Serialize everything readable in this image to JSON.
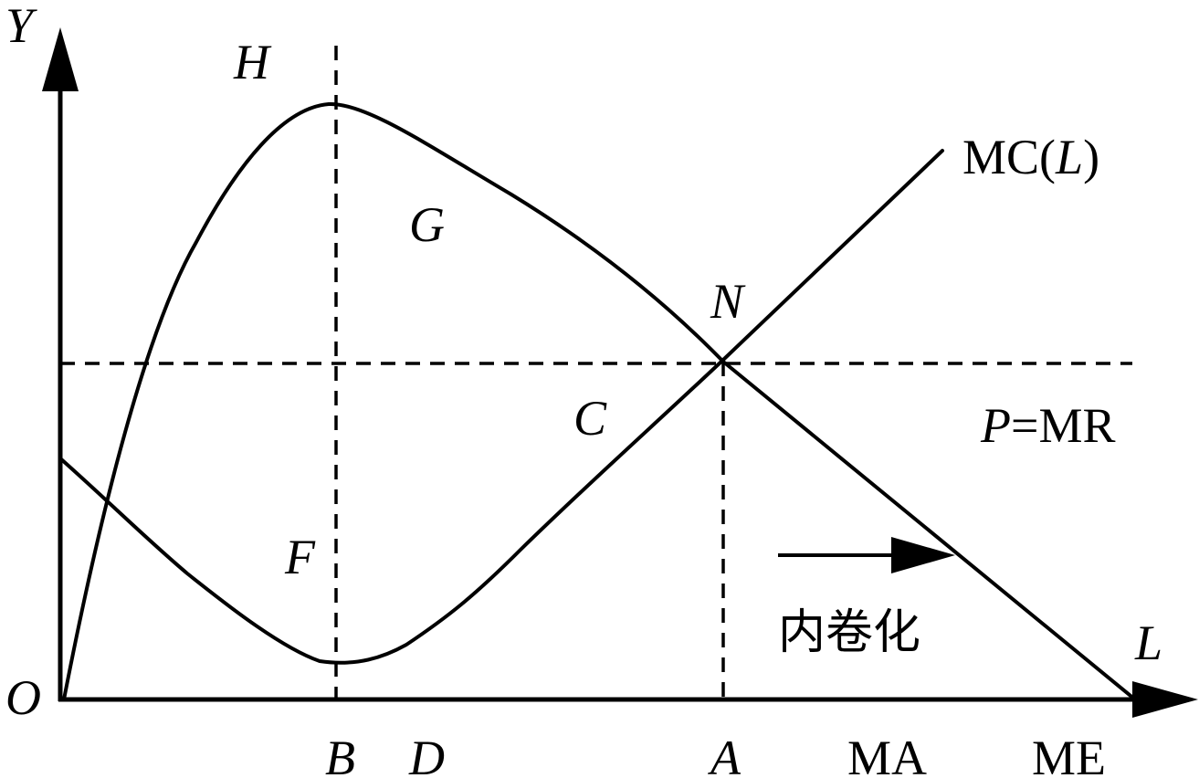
{
  "diagram": {
    "axes": {
      "y_label": "Y",
      "x_label": "L",
      "origin_label": "O"
    },
    "points": {
      "H": "H",
      "G": "G",
      "N": "N",
      "C": "C",
      "F": "F"
    },
    "x_ticks": {
      "B": "B",
      "D": "D",
      "A": "A",
      "MA": "MA",
      "ME": "ME"
    },
    "curves": {
      "mc_prefix": "MC(",
      "mc_var": "L",
      "mc_suffix": ")",
      "price_var": "P",
      "price_suffix": "=MR"
    },
    "annotation": {
      "involution": "内卷化"
    }
  }
}
